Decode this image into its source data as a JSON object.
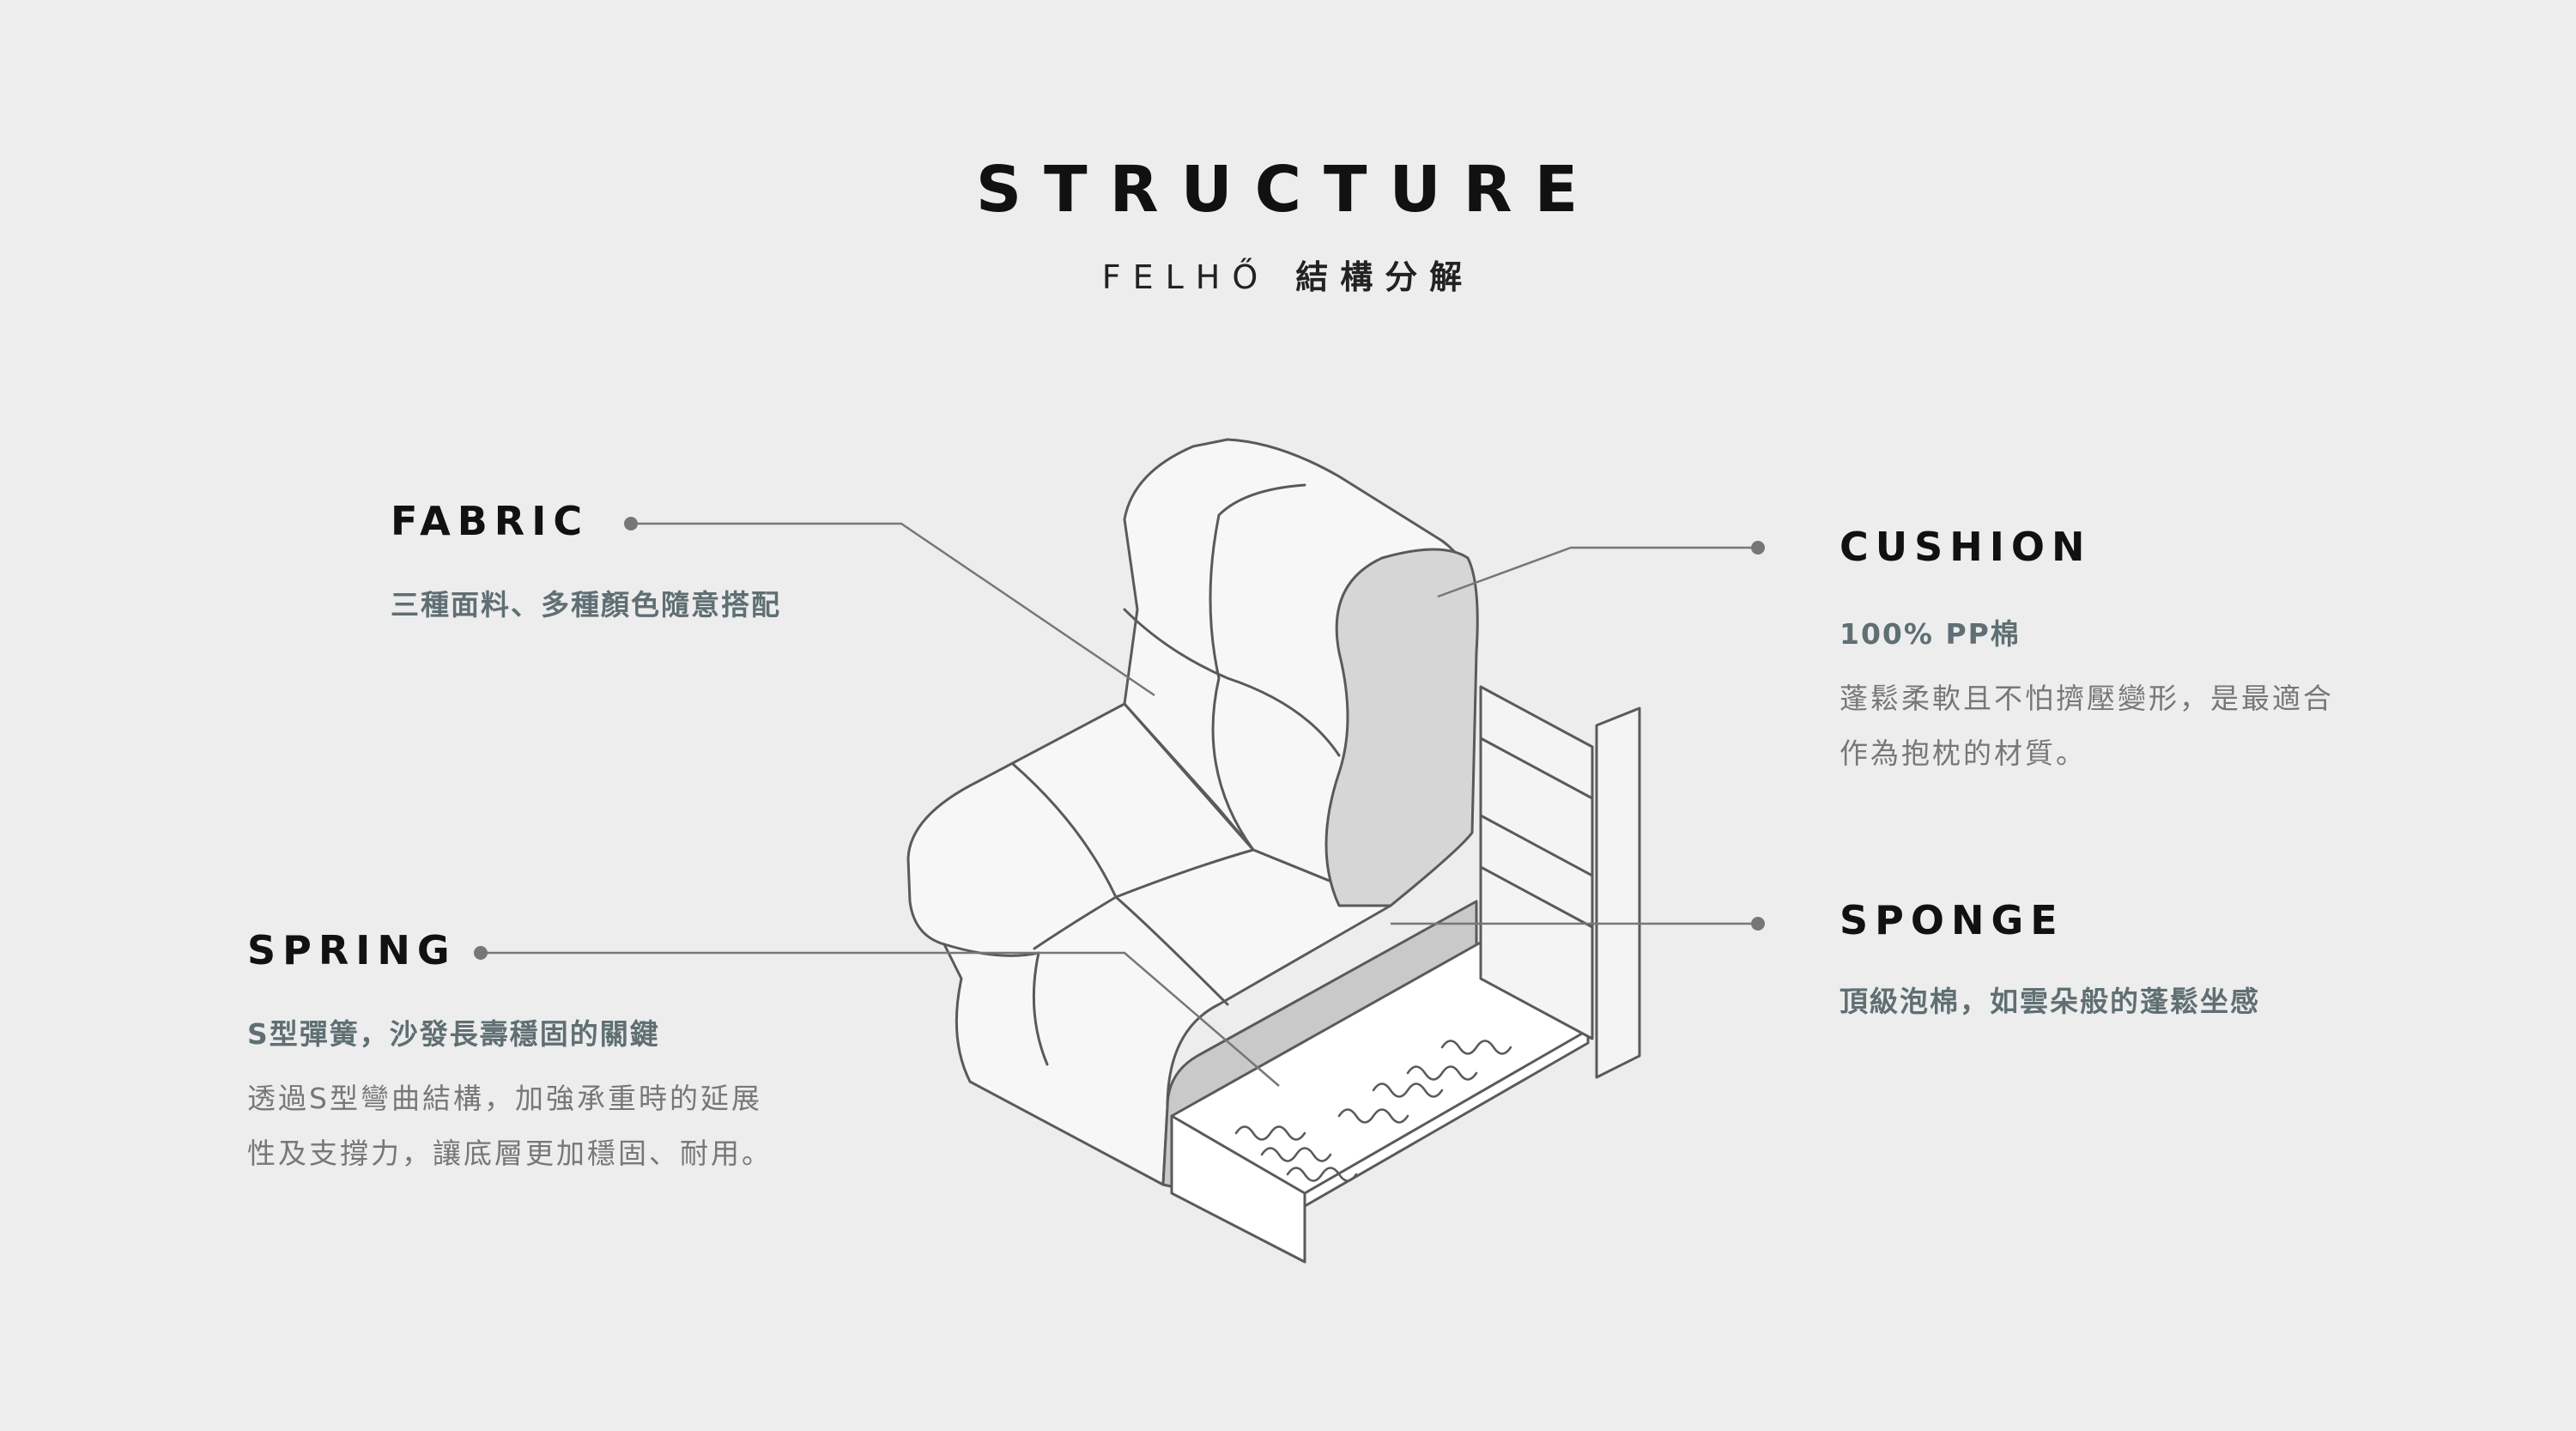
{
  "header": {
    "title": "STRUCTURE",
    "brand": "FELHŐ",
    "subtitle": "結構分解"
  },
  "labels": {
    "fabric": {
      "title": "FABRIC",
      "sub": "三種面料、多種顏色隨意搭配"
    },
    "spring": {
      "title": "SPRING",
      "sub": "S型彈簧，沙發長壽穩固的關鍵",
      "desc_lines": [
        "透過S型彎曲結構，加強承重時的延展",
        "性及支撐力，讓底層更加穩固、耐用。"
      ]
    },
    "cushion": {
      "title": "CUSHION",
      "sub": "100% PP棉",
      "desc_lines": [
        "蓬鬆柔軟且不怕擠壓變形，是最適合",
        "作為抱枕的材質。"
      ]
    },
    "sponge": {
      "title": "SPONGE",
      "sub": "頂級泡棉，如雲朵般的蓬鬆坐感"
    }
  },
  "colors": {
    "background": "#ededed",
    "outline": "#5a5a5a",
    "sponge_fill": "#a9a9a9",
    "cushion_fill": "#d6d6d6",
    "subtitle_text": "#5f6f73"
  }
}
